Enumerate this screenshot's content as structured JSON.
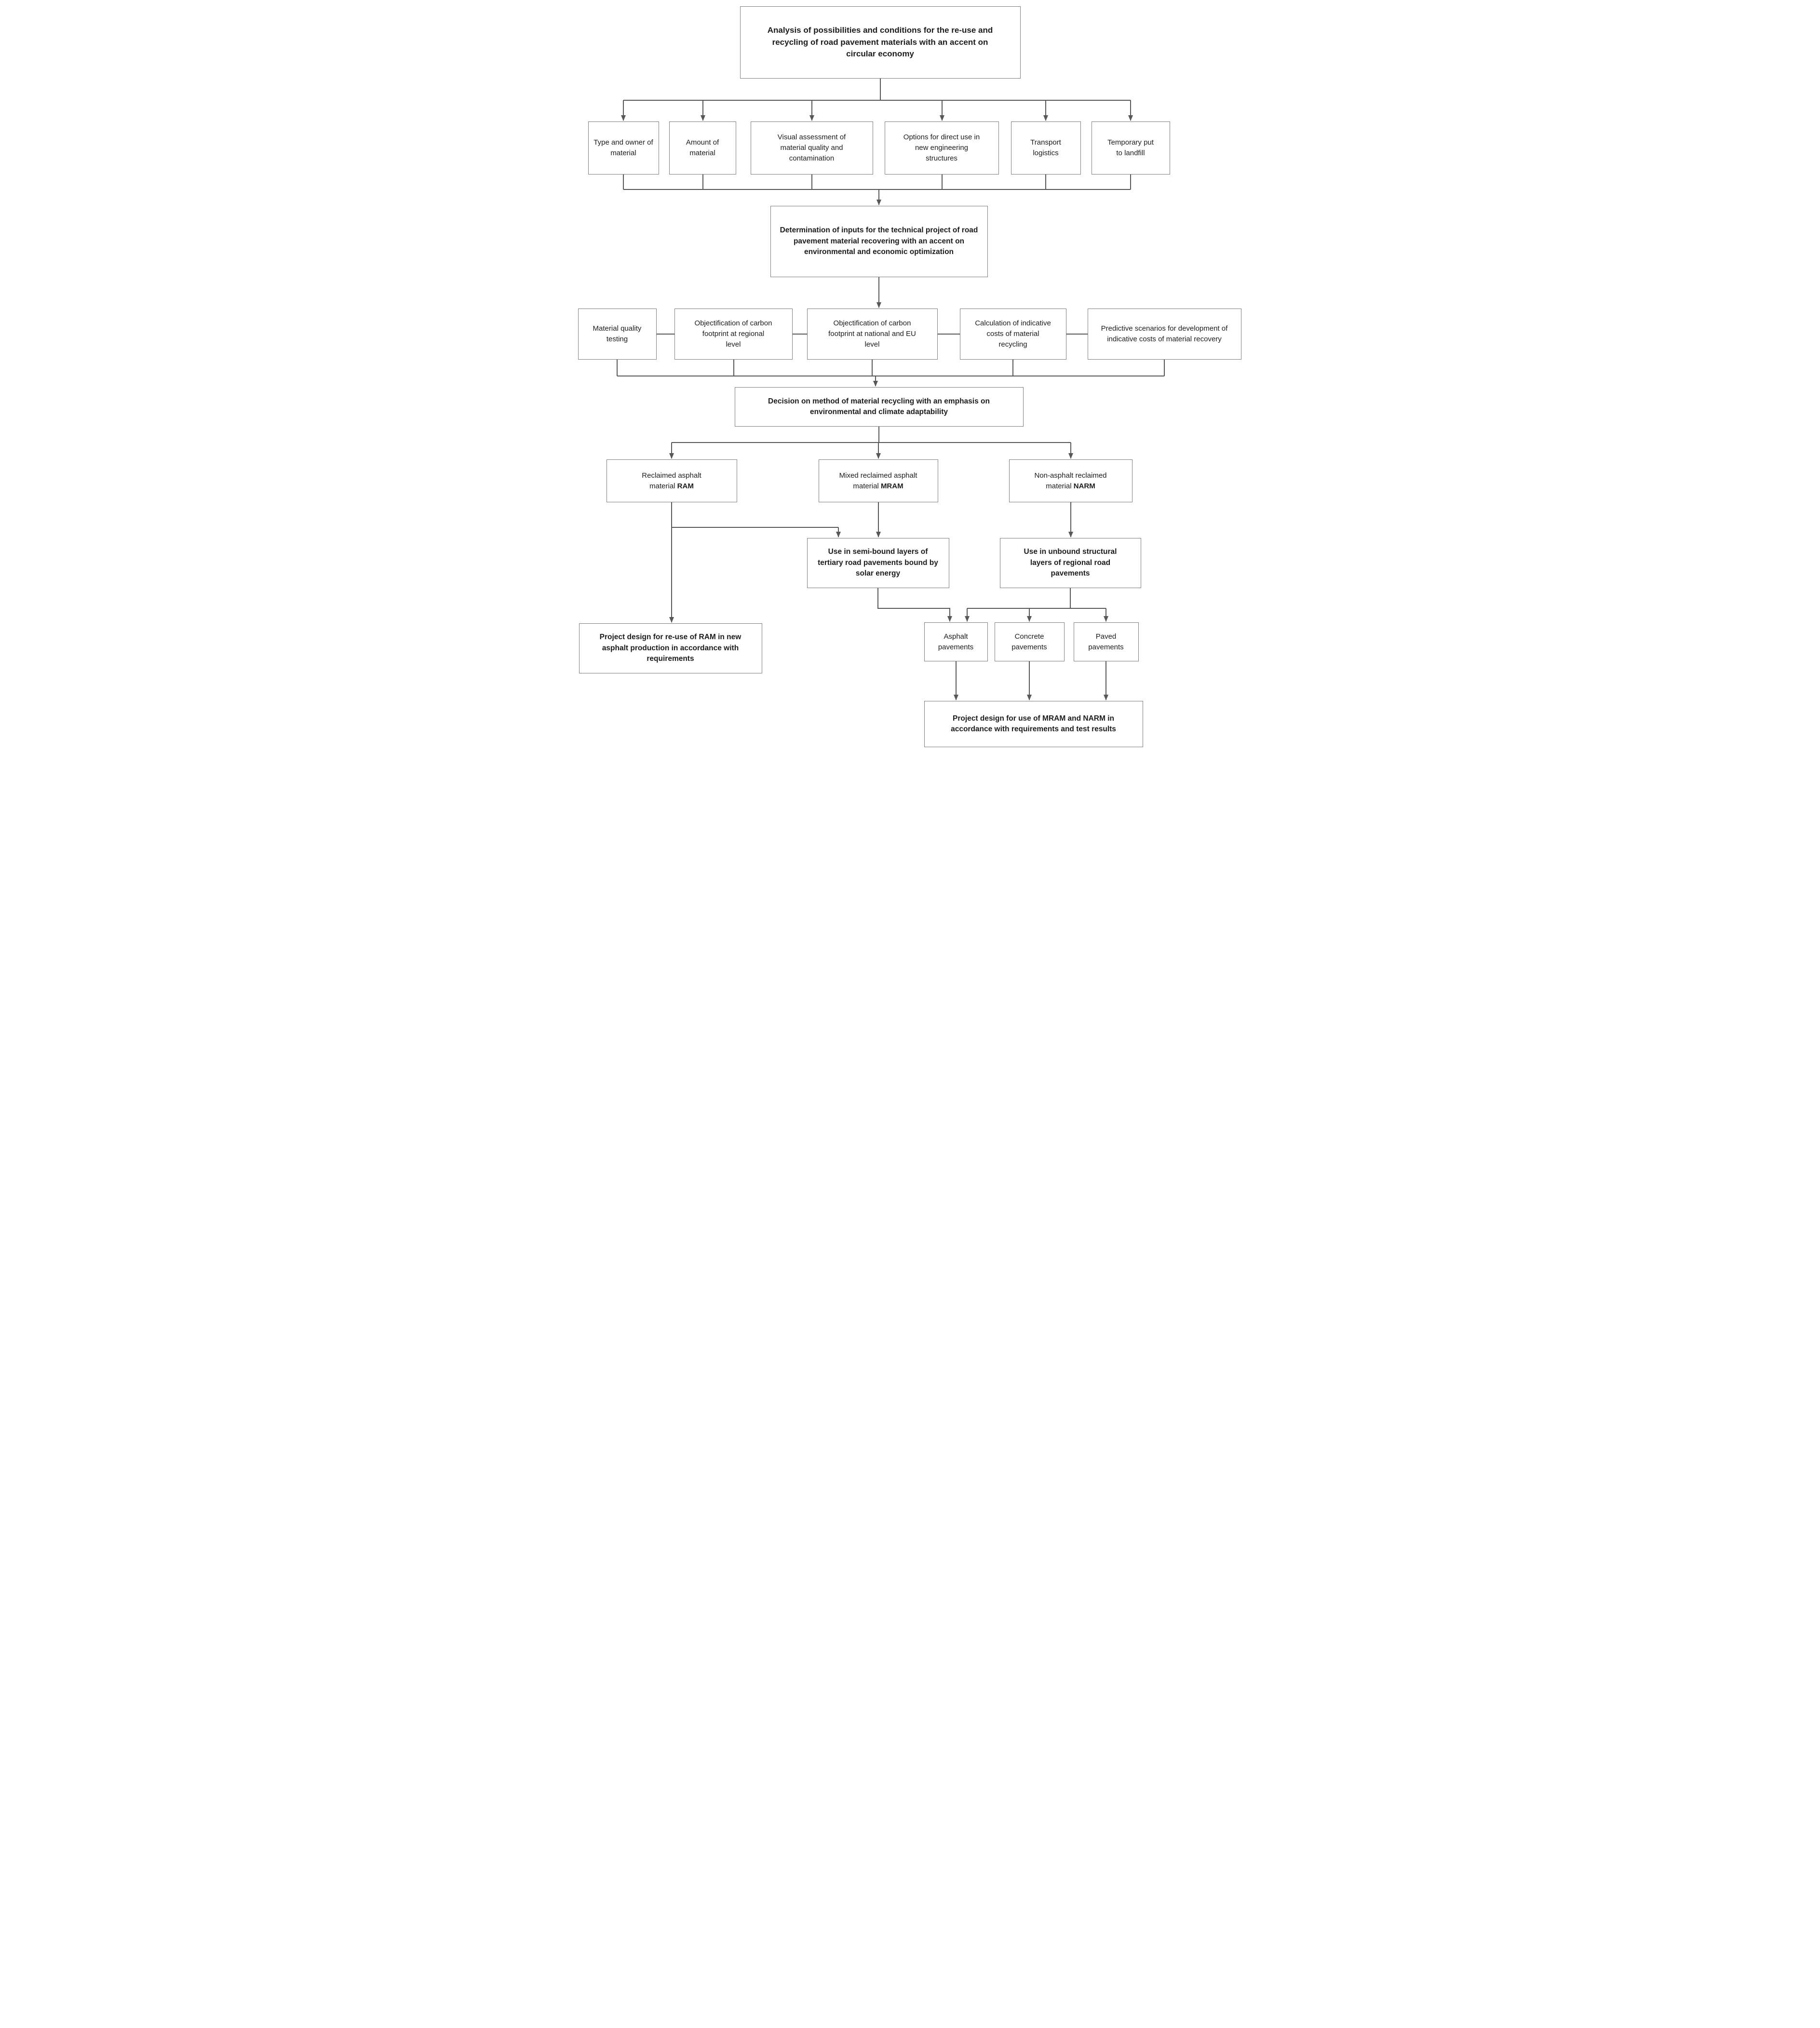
{
  "diagram": {
    "title": "Analysis of possibilities and conditions for the re-use and recycling of road pavement materials with an accent on circular economy",
    "inputs": [
      "Type and owner of material",
      "Amount of material",
      "Visual assessment of material quality and contamination",
      "Options for direct use in new engineering structures",
      "Transport logistics",
      "Temporary put to landfill"
    ],
    "determination": "Determination of inputs for the technical project of road pavement material recovering with an accent on environmental and economic optimization",
    "assessments": [
      "Material quality testing",
      "Objectification of carbon footprint at regional level",
      "Objectification of carbon footprint at national and EU level",
      "Calculation of indicative costs of material recycling",
      "Predictive scenarios for development of indicative costs of material recovery"
    ],
    "decision": "Decision on method of material recycling with an emphasis on environmental and climate adaptability",
    "materials": [
      {
        "text": "Reclaimed asphalt material",
        "abbr": "RAM"
      },
      {
        "text": "Mixed reclaimed asphalt material",
        "abbr": "MRAM"
      },
      {
        "text": "Non-asphalt reclaimed material",
        "abbr": "NARM"
      }
    ],
    "uses": [
      "Use in semi-bound layers of tertiary road pavements bound by solar energy",
      "Use in unbound structural layers of regional road pavements"
    ],
    "pavements": [
      "Asphalt pavements",
      "Concrete pavements",
      "Paved pavements"
    ],
    "project_ram": "Project design for re-use of RAM in new asphalt production in accordance with requirements",
    "project_mram_narm": "Project design for use of MRAM and NARM in accordance with requirements and test results"
  },
  "colors": {
    "line": "#585858",
    "border": "#7f7f7f",
    "text": "#1c1c1c"
  }
}
